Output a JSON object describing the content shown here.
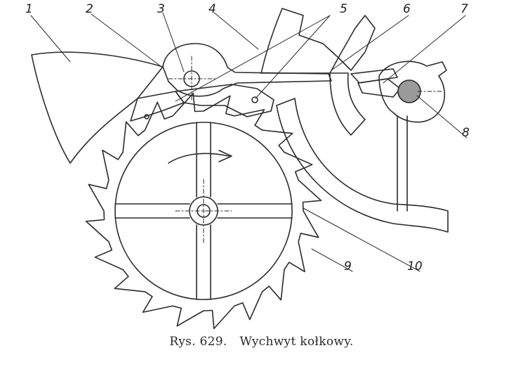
{
  "figure": {
    "caption_number": "Rys. 629.",
    "caption_title": "Wychwyt kołkowy.",
    "callouts": [
      "1",
      "2",
      "3",
      "4",
      "5",
      "6",
      "7",
      "8",
      "9",
      "10"
    ]
  },
  "colors": {
    "ink": "#2b2b2b",
    "paper": "#ffffff",
    "shaft": "#9a9a9a"
  }
}
